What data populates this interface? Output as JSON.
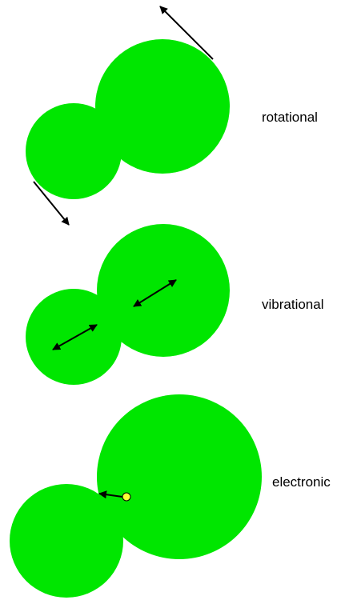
{
  "colors": {
    "atom": "#00e600",
    "arrow": "#000000",
    "electron": "#ffff33",
    "electron_outline": "#000000"
  },
  "panels": [
    {
      "label": "rotational"
    },
    {
      "label": "vibrational"
    },
    {
      "label": "electronic"
    }
  ]
}
